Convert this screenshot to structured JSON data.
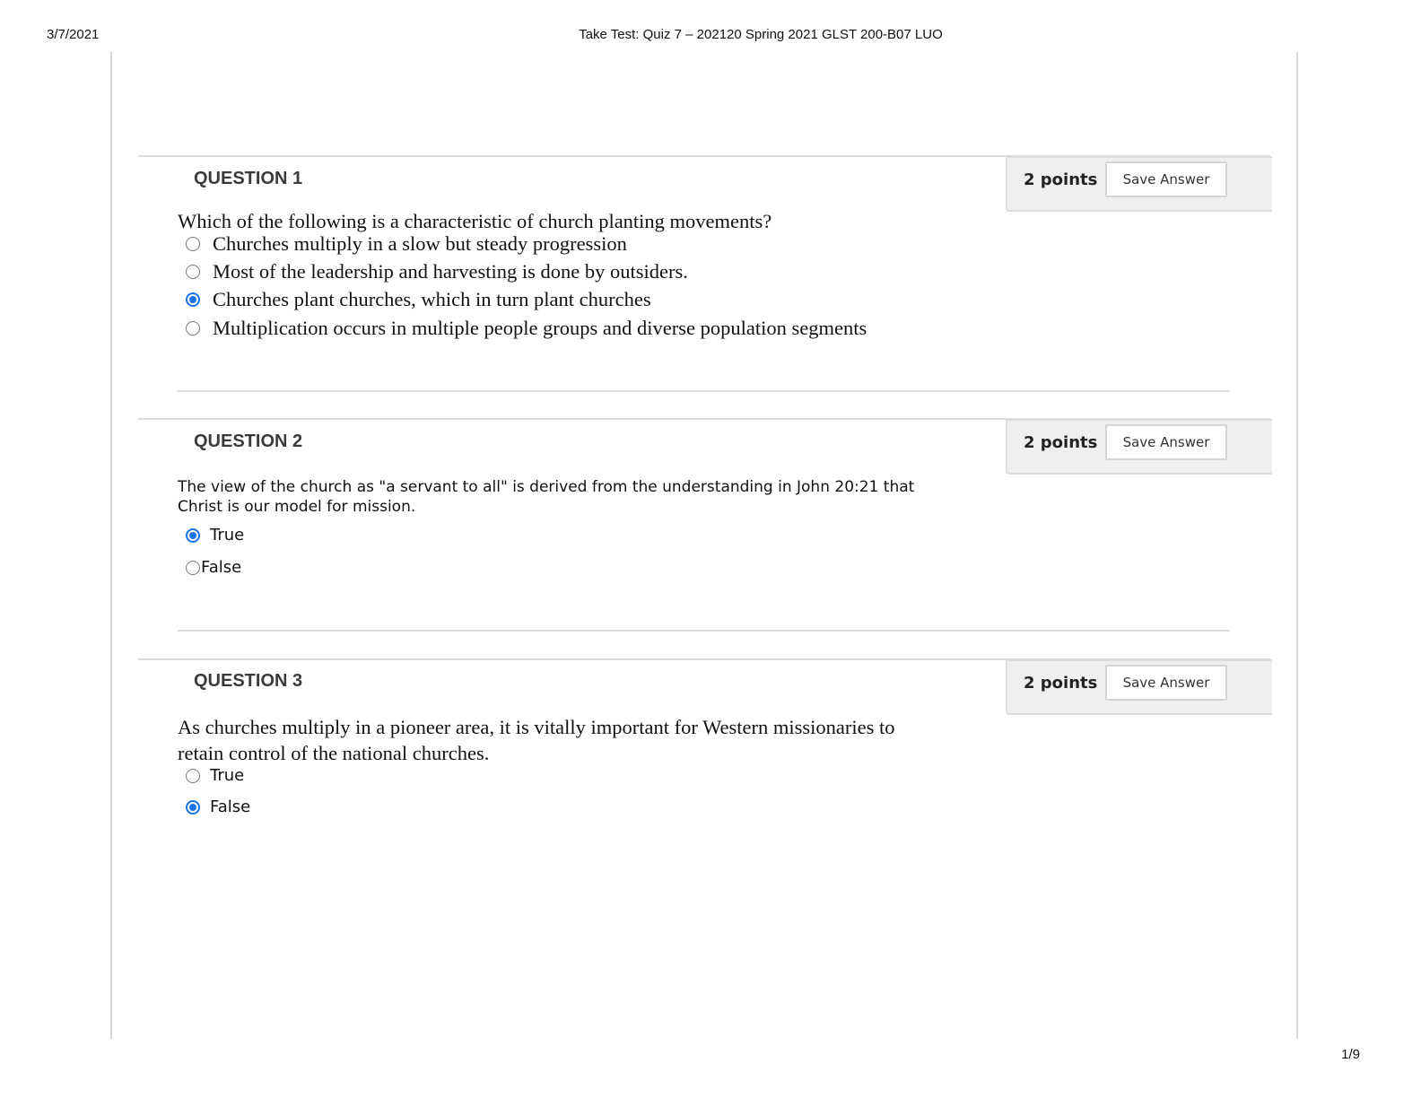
{
  "print_header": {
    "date": "3/7/2021",
    "title": "Take Test: Quiz 7 – 202120 Spring 2021 GLST 200-B07 LUO",
    "page": "1/9"
  },
  "questions": [
    {
      "title": "QUESTION 1",
      "points": "2 points",
      "save_label": "Save Answer",
      "text": "Which of the following is a characteristic of church planting movements?",
      "options": [
        {
          "label": "Churches multiply in a slow but steady progression",
          "selected": false
        },
        {
          "label": "Most of the leadership and harvesting is done by outsiders.",
          "selected": false
        },
        {
          "label": "Churches plant churches, which in turn plant churches",
          "selected": true
        },
        {
          "label": "Multiplication occurs in multiple people groups and diverse population segments",
          "selected": false
        }
      ]
    },
    {
      "title": "QUESTION 2",
      "points": "2 points",
      "save_label": "Save Answer",
      "text_line1": "The view of the church as \"a servant to all\" is derived from the understanding in John 20:21 that",
      "text_line2": "Christ is our model for mission.",
      "options": [
        {
          "label": "True",
          "selected": true
        },
        {
          "label": "False",
          "selected": false
        }
      ]
    },
    {
      "title": "QUESTION 3",
      "points": "2 points",
      "save_label": "Save Answer",
      "text_line1": "As churches multiply in a pioneer area, it is vitally important for Western missionaries to",
      "text_line2": "retain control of the national churches.",
      "options": [
        {
          "label": "True",
          "selected": false
        },
        {
          "label": "False",
          "selected": true
        }
      ]
    }
  ],
  "colors": {
    "accent": "#1a73e8",
    "panel": "#efefef",
    "rule": "#dcdcdc"
  }
}
